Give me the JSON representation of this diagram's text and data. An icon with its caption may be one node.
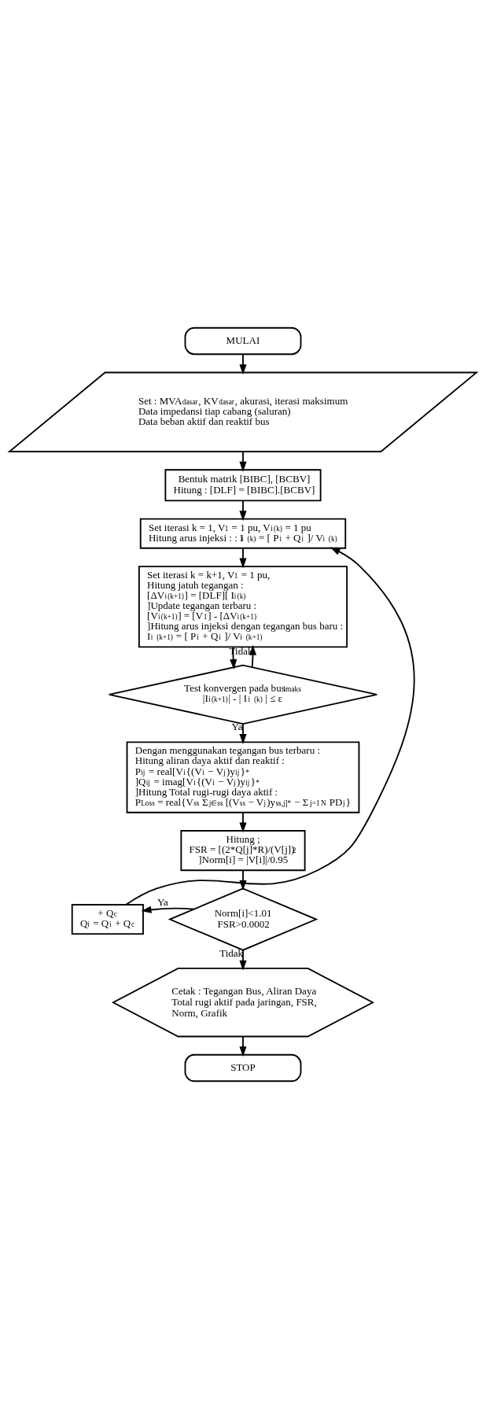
{
  "diagram": {
    "nodes": [
      {
        "text": [
          "MULAI"
        ]
      },
      {
        "text": [
          "Set : MVA$_{dasar}$, KV$_{dasar}$, akurasi, iterasi maksimum",
          "Data impedansi tiap cabang (saluran)",
          "Data beban aktif dan reaktif bus"
        ]
      },
      {
        "text": [
          "Bentuk matrik [BIBC], [BCBV]",
          "Hitung : [DLF] = [BIBC].[BCBV]"
        ]
      },
      {
        "text": [
          "Set iterasi k = 1, V$_{1}$ = 1 pu, V$_{i}$$^{(k)}$ = 1 pu",
          "Hitung arus injeksi : : I$_{i}$ $^{(k)}$ = [ P$_{i}$ + Q$_{i}$ ]/ V$_{i}$ $^{(k)}$"
        ]
      },
      {
        "text": [
          "Set iterasi k = k+1, V$_{1}$ = 1 pu,",
          "Hitung jatuh tegangan :",
          "[ΔV$_{i}$$^{(k+1)}$] = [DLF][ I$_{i}$$^{(k)}$]",
          "Update tegangan terbaru :",
          "[V$_{i}$$^{(k+1)}$] = [V$_{1}$] - [ΔV$_{i}$$^{(k+1)}$]",
          "Hitung arus injeksi dengan tegangan bus baru :",
          "I$_{i}$ $^{(k+1)}$ = [ P$_{i}$ + Q$_{i}$ ]/ V$_{i}$ $^{(k+1)}$"
        ]
      },
      {
        "text": [
          "Test konvergen pada bus$_{imaks}$",
          "|I$_{i}$$^{(k+1)}$| - | I$_{i}$ $^{(k)}$ | ≤ ε"
        ]
      },
      {
        "text": [
          "Dengan menggunakan tegangan bus terbaru :",
          "Hitung aliran daya aktif dan reaktif :",
          "P$_{ij}$ = real[V$_{i}${(V$_{i}$ − V$_{j}$)y$_{ij}$}$^{*}$]",
          "Q$_{ij}$ = imag[V$_{i}${(V$_{i}$ − V$_{j}$)y$_{ij}$}$^{*}$]",
          "Hitung Total rugi-rugi daya aktif :",
          "P$_{Loss}$ = real{V$_{ss}$ Σ$_{j∈ss}$ [(V$_{ss}$ − V$_{j}$)y$_{ss,j}$]$^{*}$ − Σ$_{j=1}$$^{N}$ PD$_{j}$}"
        ]
      },
      {
        "text": [
          "Hitung ;",
          "FSR = [(2*Q[j]*R)/(V[j])$^{2}$]",
          "Norm[i] = |V[i]|/0.95"
        ]
      },
      {
        "text": [
          "Norm[i]<1.01",
          "FSR>0.0002"
        ]
      },
      {
        "text": [
          "+ Q$_{c}$",
          "Q$_{i}$ = Q$_{i}$ + Q$_{c}$"
        ]
      },
      {
        "text": [
          "Cetak : Tegangan Bus, Aliran Daya Total rugi aktif pada jaringan, FSR, Norm, Grafik"
        ]
      },
      {
        "text": [
          "STOP"
        ]
      }
    ],
    "edges": [
      {
        "from": 0,
        "to": 1,
        "arrow": "to"
      },
      {
        "from": 1,
        "to": 2,
        "arrow": "to"
      },
      {
        "from": 2,
        "to": 3,
        "arrow": "to"
      },
      {
        "from": 3,
        "to": 4,
        "arrow": "to"
      },
      {
        "from": 4,
        "to": 5,
        "arrow": "to"
      },
      {
        "from": 5,
        "to": 4,
        "arrow": "to",
        "label": "Tidak"
      },
      {
        "from": 5,
        "to": 6,
        "arrow": "to",
        "label": "Ya"
      },
      {
        "from": 6,
        "to": 7,
        "arrow": "to"
      },
      {
        "from": 7,
        "to": 8,
        "arrow": "to"
      },
      {
        "from": 8,
        "to": 9,
        "arrow": "to",
        "label": "Ya"
      },
      {
        "from": 9,
        "to": 3,
        "arrow": "to"
      },
      {
        "from": 8,
        "to": 10,
        "arrow": "to",
        "label": "Tidak"
      },
      {
        "from": 10,
        "to": 11,
        "arrow": "to"
      }
    ]
  }
}
